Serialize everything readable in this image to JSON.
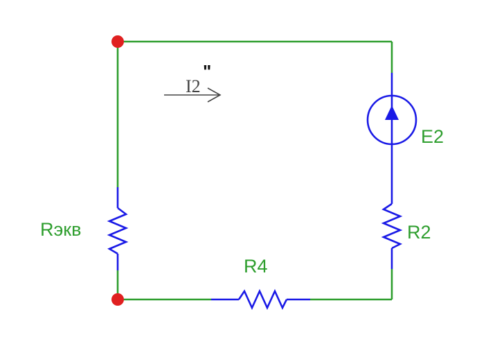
{
  "labels": {
    "r_equiv": "Rэкв",
    "r4": "R4",
    "r2": "R2",
    "e2": "E2",
    "current_main": "I2",
    "current_prime": "\""
  },
  "colors": {
    "wire": "#2e9e2e",
    "component": "#1a1ae6",
    "node": "#e02020",
    "text": "#2e9e2e",
    "arrow": "#444444"
  },
  "icons": {
    "source": "current-source-icon",
    "resistor": "resistor-icon",
    "node": "node-dot-icon",
    "arrow": "current-arrow-icon"
  }
}
